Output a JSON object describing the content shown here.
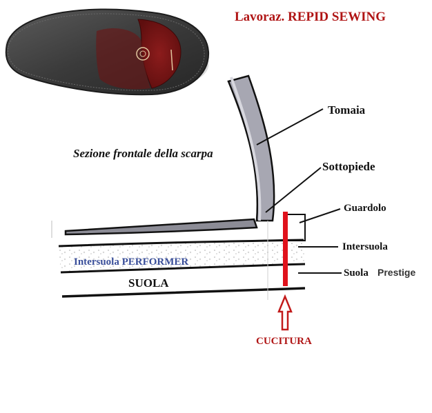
{
  "title": "Lavoraz. REPID SEWING",
  "subtitle": "Sezione frontale della scarpa",
  "labels": {
    "tomaia": "Tomaia",
    "sottopiede": "Sottopiede",
    "guardolo": "Guardolo",
    "intersuola": "Intersuola",
    "suola": "Suola",
    "prestige": "Prestige",
    "intersuola_performer": "Intersuola PERFORMER",
    "suola_big": "SUOLA",
    "cucitura": "CUCITURA"
  },
  "colors": {
    "title": "#b01515",
    "stitch": "#e0121c",
    "performer_text": "#3a4f9a",
    "sole_dark": "#3a3a3a",
    "sole_red": "#7a1414",
    "upper": "#a7a7b2"
  },
  "icons": {
    "shoe": "shoe-sole-photo-icon",
    "arrow": "up-arrow-icon"
  }
}
